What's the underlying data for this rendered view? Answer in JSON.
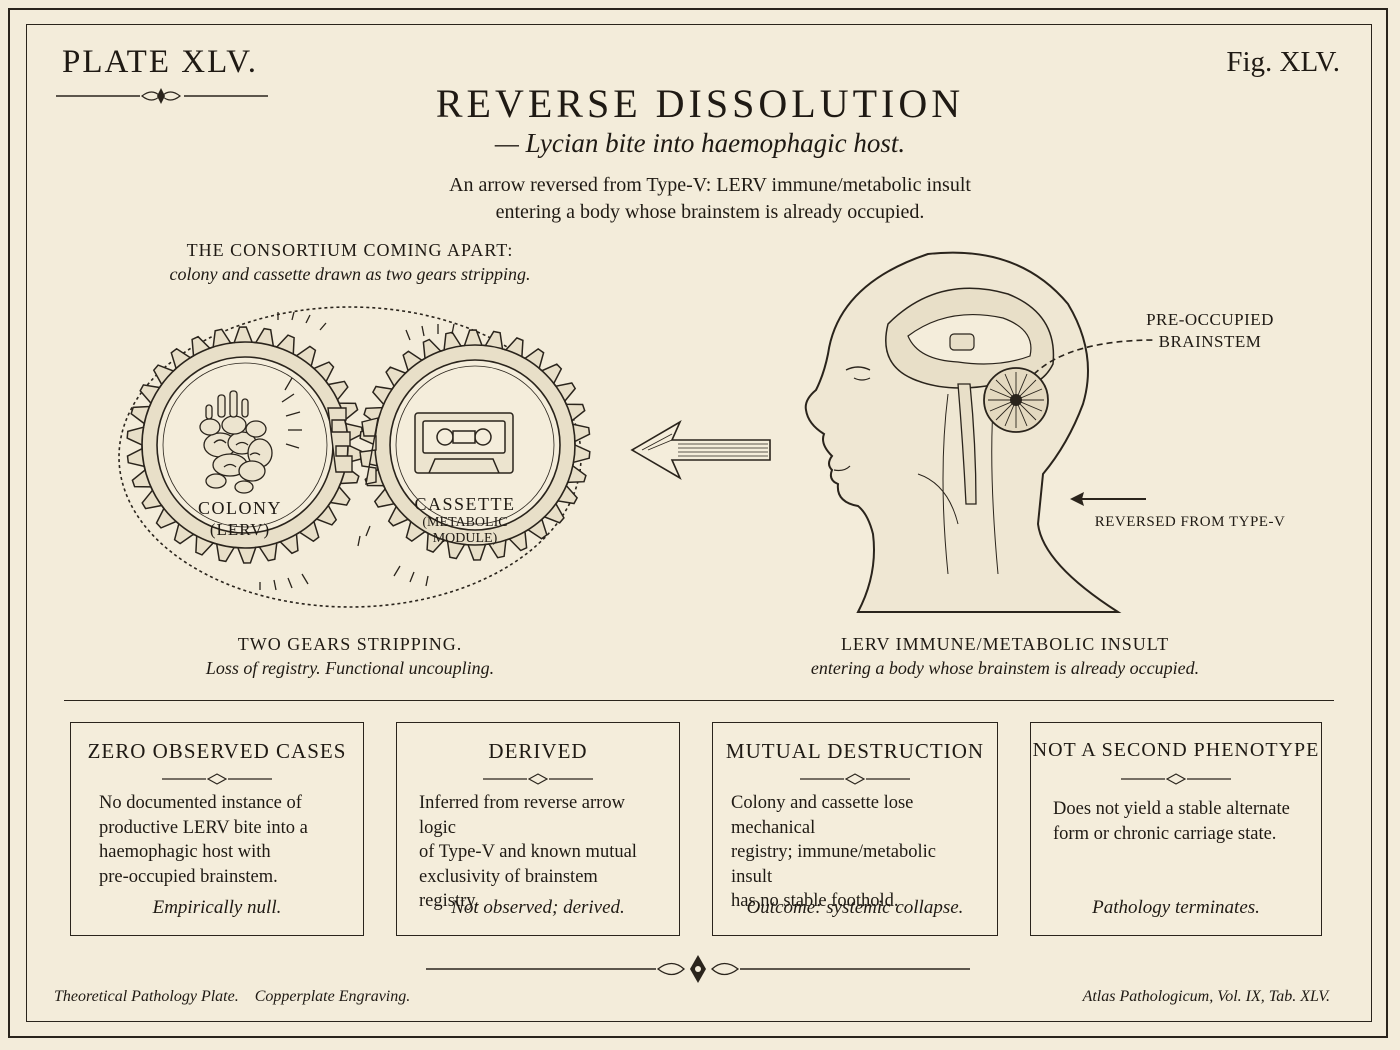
{
  "header": {
    "plate": "PLATE XLV.",
    "figure": "Fig. XLV.",
    "title": "REVERSE DISSOLUTION",
    "subtitle": "— Lycian bite into haemophagic host.",
    "intro_line1": "An arrow reversed from Type-V: LERV immune/metabolic insult",
    "intro_line2": "entering a body whose brainstem is already occupied."
  },
  "consortium": {
    "heading": "THE CONSORTIUM COMING APART:",
    "subheading": "colony and cassette drawn as two gears stripping.",
    "colony_label": "COLONY",
    "colony_sub": "(LERV)",
    "cassette_label": "CASSETTE",
    "cassette_sub": "(METABOLIC MODULE)",
    "caption_title": "TWO GEARS STRIPPING.",
    "caption_text": "Loss of registry. Functional uncoupling."
  },
  "head": {
    "brainstem_label_1": "PRE-OCCUPIED",
    "brainstem_label_2": "BRAINSTEM",
    "reversed_label": "REVERSED FROM TYPE-V",
    "caption_title": "LERV IMMUNE/METABOLIC INSULT",
    "caption_text": "entering a body whose brainstem is already occupied."
  },
  "boxes": [
    {
      "title": "ZERO OBSERVED CASES",
      "lines": [
        "No documented instance of",
        "productive LERV bite into a",
        "haemophagic host with",
        "pre-occupied brainstem."
      ],
      "footer": "Empirically null."
    },
    {
      "title": "DERIVED",
      "lines": [
        "Inferred from reverse arrow logic",
        "of Type-V and known mutual",
        "exclusivity of brainstem registry."
      ],
      "footer": "Not observed; derived."
    },
    {
      "title": "MUTUAL DESTRUCTION",
      "lines": [
        "Colony and cassette lose mechanical",
        "registry; immune/metabolic insult",
        "has no stable foothold."
      ],
      "footer": "Outcome: systemic collapse."
    },
    {
      "title": "NOT A SECOND PHENOTYPE",
      "lines": [
        "Does not yield a stable alternate",
        "form or chronic carriage state."
      ],
      "footer": "Pathology terminates."
    }
  ],
  "footer": {
    "left": "Theoretical Pathology Plate.    Copperplate Engraving.",
    "right": "Atlas Pathologicum, Vol. IX, Tab. XLV."
  },
  "colors": {
    "paper": "#f3ecda",
    "ink": "#1f1a14"
  }
}
